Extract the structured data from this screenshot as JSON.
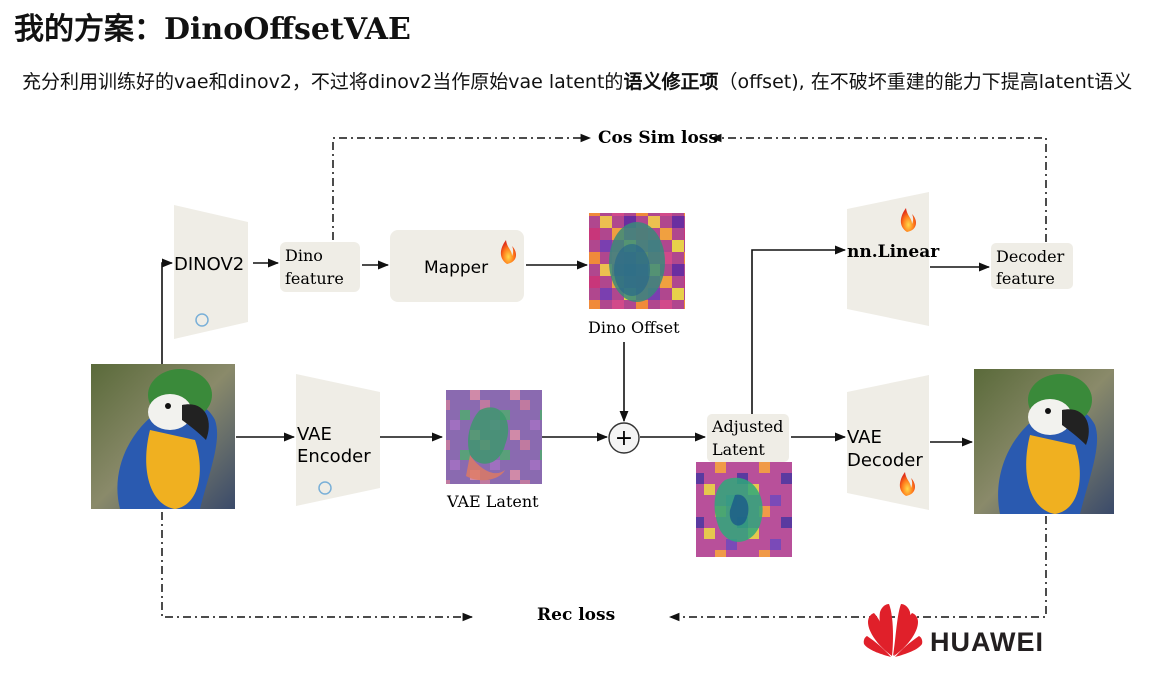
{
  "title": "我的方案：DinoOffsetVAE",
  "subtitle": {
    "prefix": "充分利用训练好的vae和dinov2，不过将dinov2当作原始vae latent的",
    "bold": "语义修正项",
    "suffix": "（offset), 在不破坏重建的能力下提高latent语义"
  },
  "diagram": {
    "dinov2": "DINOV2",
    "dino_feature_1": "Dino",
    "dino_feature_2": "feature",
    "mapper": "Mapper",
    "dino_offset": "Dino Offset",
    "vae_encoder_1": "VAE",
    "vae_encoder_2": "Encoder",
    "vae_latent": "VAE Latent",
    "adjusted_latent_1": "Adjusted",
    "adjusted_latent_2": "Latent",
    "nn_linear": "nn.Linear",
    "decoder_feature_1": "Decoder",
    "decoder_feature_2": "feature",
    "vae_decoder_1": "VAE",
    "vae_decoder_2": "Decoder",
    "cos_sim_loss": "Cos Sim loss",
    "rec_loss": "Rec loss",
    "plus": "+"
  },
  "logo": {
    "text": "HUAWEI",
    "color": "#e0202a"
  },
  "colors": {
    "block": "#efede6",
    "arrow": "#111111"
  }
}
